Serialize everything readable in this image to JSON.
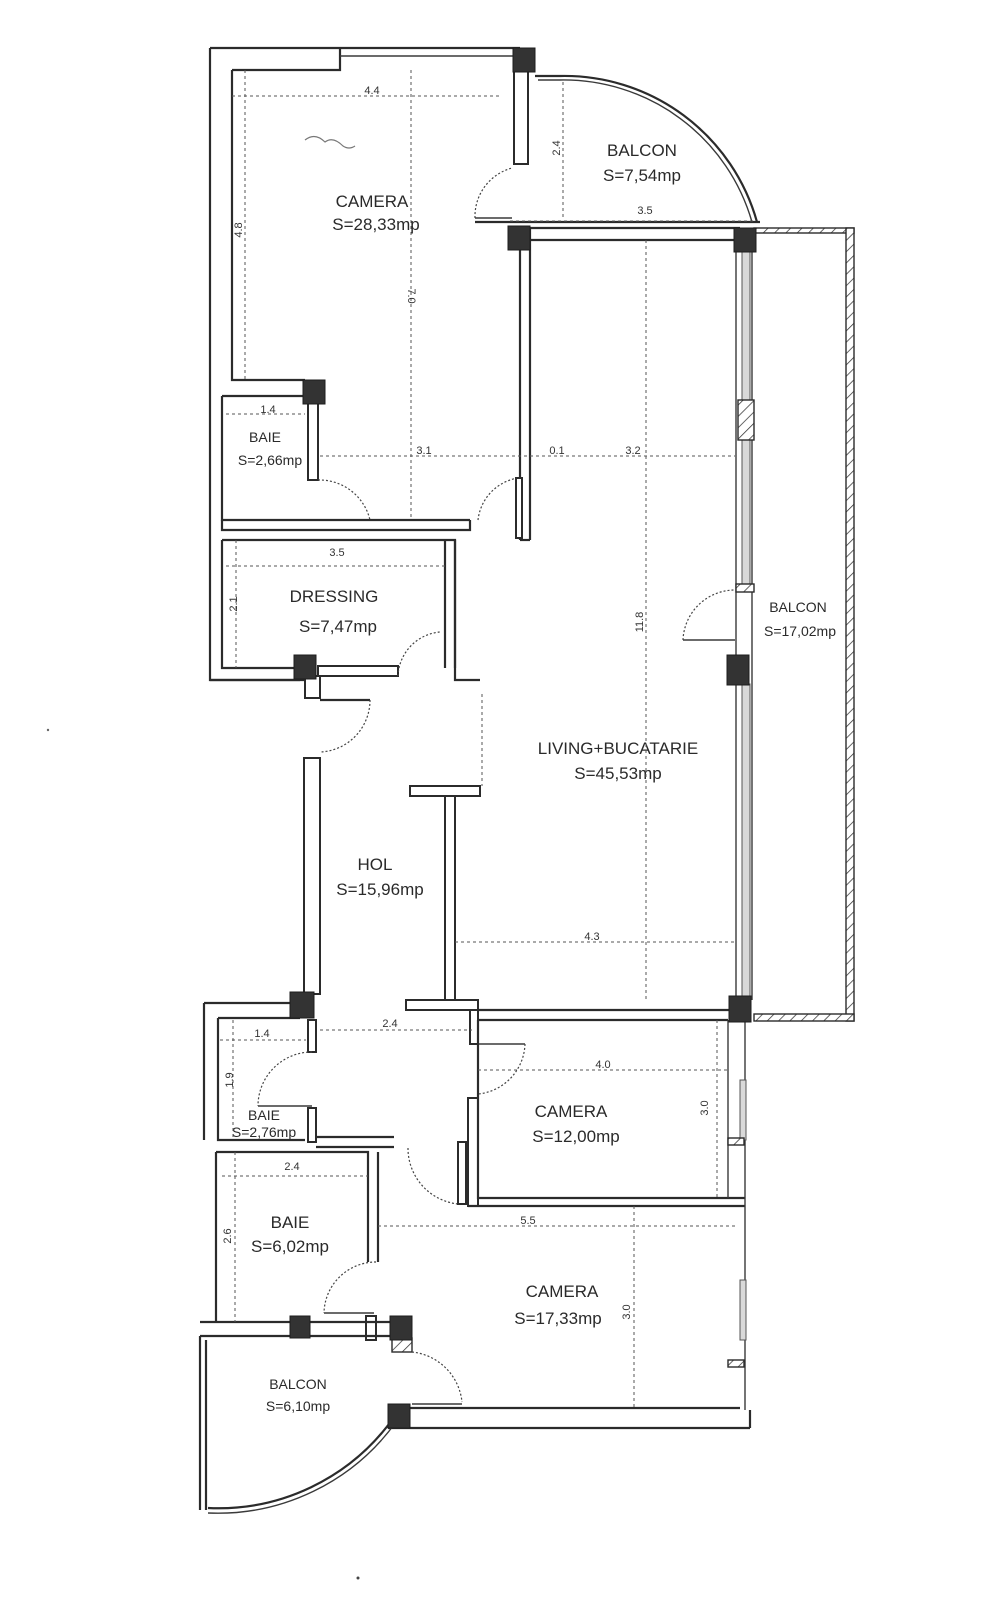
{
  "plan": {
    "rooms": [
      {
        "id": "camera-1",
        "name": "CAMERA",
        "area": "S=28,33mp"
      },
      {
        "id": "balcon-1",
        "name": "BALCON",
        "area": "S=7,54mp"
      },
      {
        "id": "baie-1",
        "name": "BAIE",
        "area": "S=2,66mp"
      },
      {
        "id": "dressing",
        "name": "DRESSING",
        "area": "S=7,47mp"
      },
      {
        "id": "living",
        "name": "LIVING+BUCATARIE",
        "area": "S=45,53mp"
      },
      {
        "id": "balcon-2",
        "name": "BALCON",
        "area": "S=17,02mp"
      },
      {
        "id": "hol",
        "name": "HOL",
        "area": "S=15,96mp"
      },
      {
        "id": "baie-2",
        "name": "BAIE",
        "area": "S=2,76mp"
      },
      {
        "id": "camera-2",
        "name": "CAMERA",
        "area": "S=12,00mp"
      },
      {
        "id": "baie-3",
        "name": "BAIE",
        "area": "S=6,02mp"
      },
      {
        "id": "camera-3",
        "name": "CAMERA",
        "area": "S=17,33mp"
      },
      {
        "id": "balcon-3",
        "name": "BALCON",
        "area": "S=6,10mp"
      }
    ],
    "dimensions": {
      "camera1_width": "4.4",
      "camera1_height_left": "4.8",
      "camera1_height_total": "7.0",
      "balcon1_depth": "2.4",
      "balcon1_width": "3.5",
      "baie1_width": "1.4",
      "hol_upper_width": "3.1",
      "wall_gap": "0.1",
      "living_upper_width": "3.2",
      "dressing_width": "3.5",
      "dressing_height": "2.1",
      "living_height": "11.8",
      "living_width": "4.3",
      "baie2_width": "1.4",
      "hol_lower_width": "2.4",
      "baie2_height": "1.9",
      "camera2_width": "4.0",
      "camera2_height": "3.0",
      "baie3_width": "2.4",
      "baie3_height": "2.6",
      "camera3_width": "5.5",
      "camera3_height": "3.0"
    }
  }
}
